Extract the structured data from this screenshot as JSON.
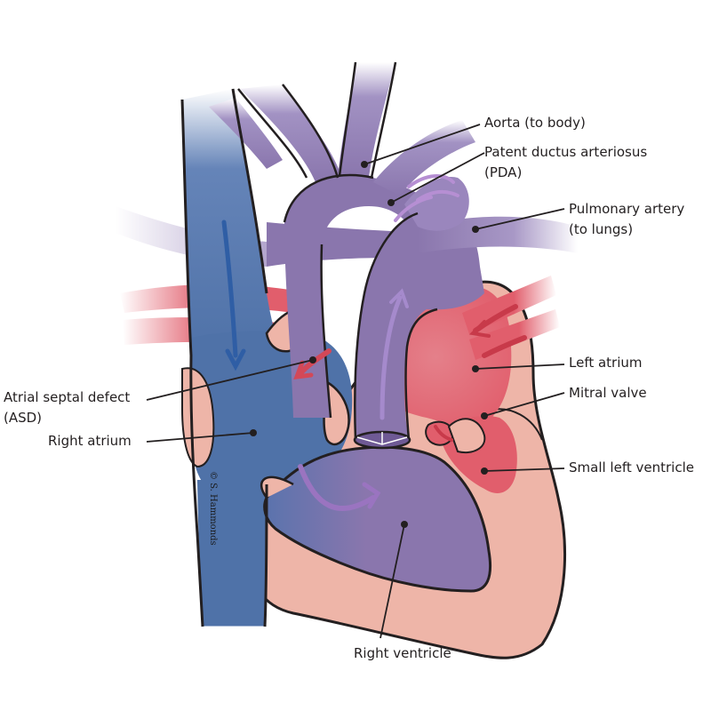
{
  "labels": {
    "aorta": "Aorta (to body)",
    "pda_line1": "Patent ductus arteriosus",
    "pda_line2": "(PDA)",
    "pulmonary_line1": "Pulmonary artery",
    "pulmonary_line2": "(to lungs)",
    "left_atrium": "Left atrium",
    "mitral_valve": "Mitral valve",
    "small_left_ventricle": "Small left ventricle",
    "asd_line1": "Atrial septal defect",
    "asd_line2": "(ASD)",
    "right_atrium": "Right atrium",
    "right_ventricle": "Right ventricle"
  },
  "signature": "© S. Hammonds",
  "colors": {
    "deoxygenated_blue": "#4f72a8",
    "mixed_purple": "#8a76ad",
    "oxygenated_red": "#e15e6c",
    "myocardium_pink": "#eeb5a8",
    "outline": "#231f20"
  }
}
